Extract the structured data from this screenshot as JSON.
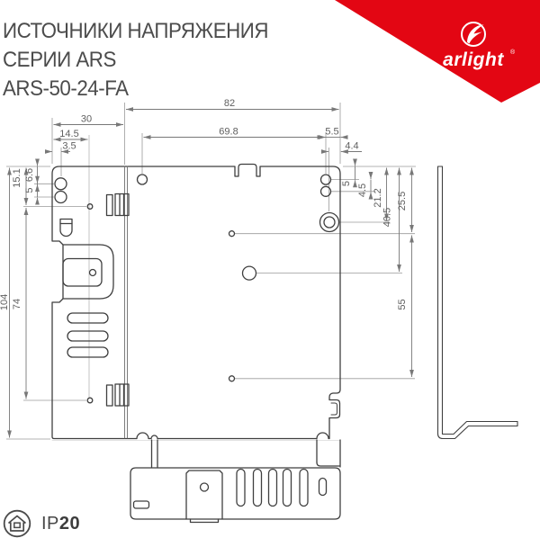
{
  "header": {
    "title_line1": "ИСТОЧНИКИ НАПРЯЖЕНИЯ",
    "title_line2": "СЕРИИ ARS",
    "title_line3": "ARS-50-24-FA",
    "brand": "arlight",
    "brand_mark": "®"
  },
  "colors": {
    "brand_red": "#e30613",
    "drawing_line": "#3f3f3f",
    "dimension_line": "#787878",
    "title_text": "#4c4c4c"
  },
  "drawing": {
    "type": "dimension-drawing",
    "views": [
      "front",
      "bottom",
      "side"
    ],
    "units": "mm",
    "dims": {
      "d82": "82",
      "d30": "30",
      "d14_5": "14.5",
      "d3_5": "3.5",
      "d69_8": "69.8",
      "d5_5": "5.5",
      "d4_4": "4.4",
      "d6_6": "6.6",
      "d5_left": "5",
      "d15_1": "15.1",
      "d104": "104",
      "d74": "74",
      "d5_right": "5",
      "d4_5": "4.5",
      "d21_2": "21.2",
      "d40_5": "40.5",
      "d25_5": "25.5",
      "d55": "55"
    }
  },
  "footer": {
    "ip_prefix": "IP",
    "ip_value": "20"
  }
}
